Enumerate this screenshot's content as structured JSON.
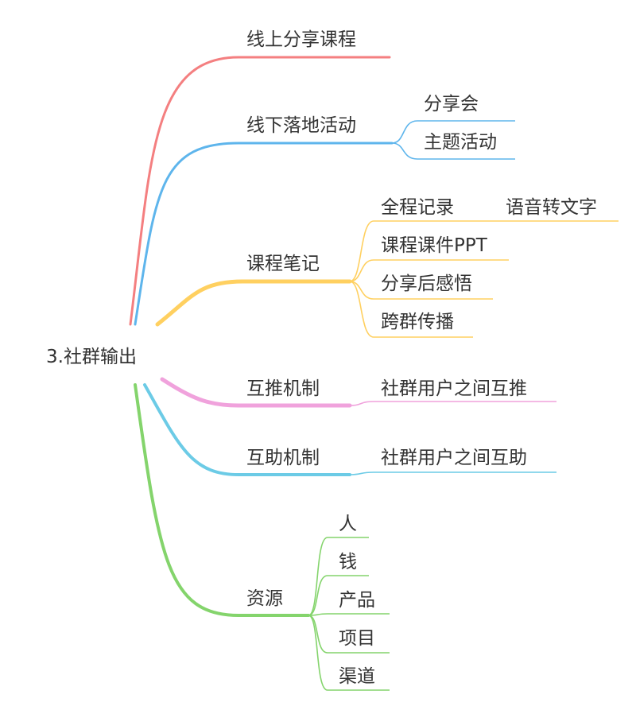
{
  "root": {
    "label": "3.社群输出"
  },
  "colors": {
    "online": "#f47f80",
    "offline": "#5eb5ec",
    "notes": "#ffd060",
    "push": "#f0a2dc",
    "help": "#6ccbe6",
    "resources": "#84d46c"
  },
  "branches": [
    {
      "id": "online",
      "label": "线上分享课程",
      "children": []
    },
    {
      "id": "offline",
      "label": "线下落地活动",
      "children": [
        {
          "label": "分享会"
        },
        {
          "label": "主题活动"
        }
      ]
    },
    {
      "id": "notes",
      "label": "课程笔记",
      "children": [
        {
          "label": "全程记录",
          "children": [
            {
              "label": "语音转文字"
            }
          ]
        },
        {
          "label": "课程课件PPT"
        },
        {
          "label": "分享后感悟"
        },
        {
          "label": "跨群传播"
        }
      ]
    },
    {
      "id": "push",
      "label": "互推机制",
      "children": [
        {
          "label": "社群用户之间互推"
        }
      ]
    },
    {
      "id": "help",
      "label": "互助机制",
      "children": [
        {
          "label": "社群用户之间互助"
        }
      ]
    },
    {
      "id": "resources",
      "label": "资源",
      "children": [
        {
          "label": "人"
        },
        {
          "label": "钱"
        },
        {
          "label": "产品"
        },
        {
          "label": "项目"
        },
        {
          "label": "渠道"
        }
      ]
    }
  ]
}
